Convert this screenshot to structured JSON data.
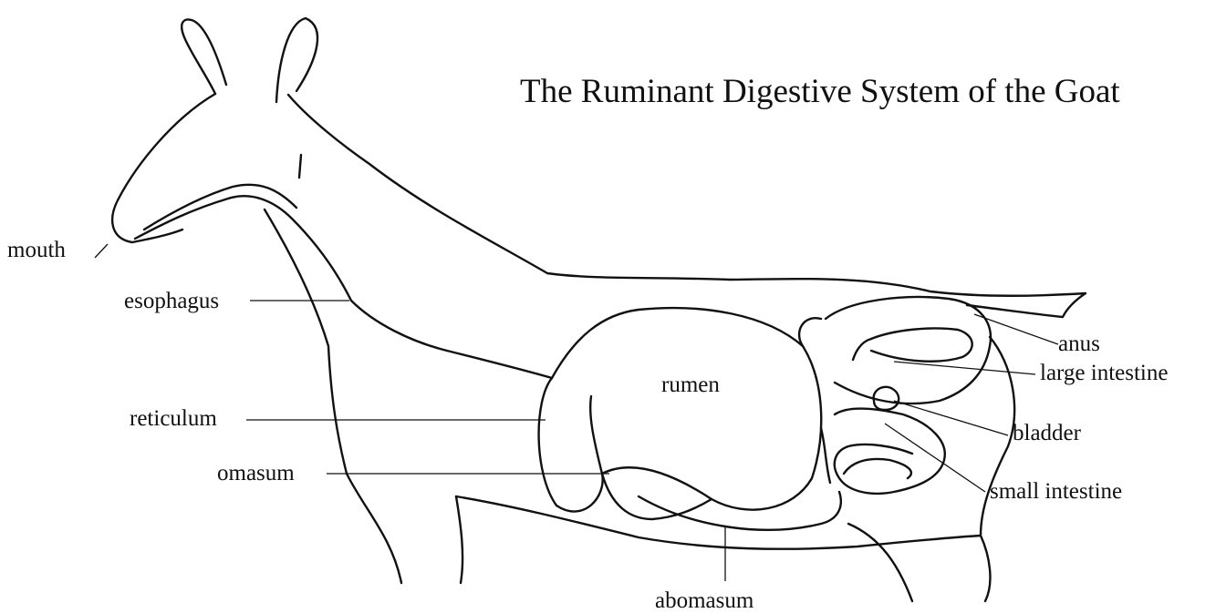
{
  "title": "The Ruminant Digestive System of the Goat",
  "labels": {
    "mouth": "mouth",
    "esophagus": "esophagus",
    "reticulum": "reticulum",
    "omasum": "omasum",
    "rumen": "rumen",
    "abomasum": "abomasum",
    "anus": "anus",
    "large_intestine": "large intestine",
    "bladder": "bladder",
    "small_intestine": "small intestine"
  },
  "colors": {
    "line": "#111111",
    "background": "#ffffff"
  }
}
